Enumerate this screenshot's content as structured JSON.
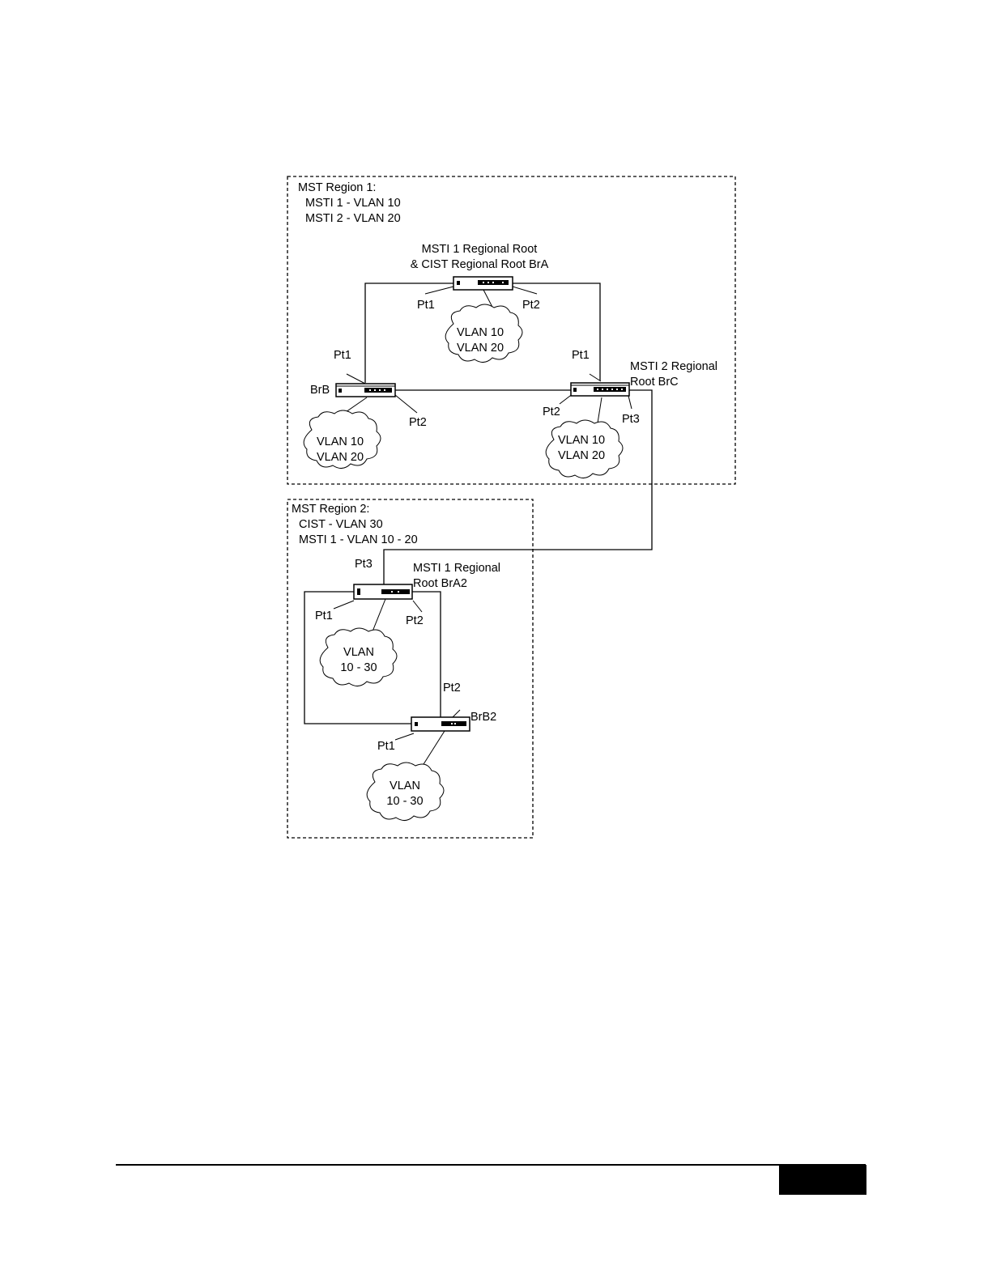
{
  "regions": [
    {
      "id": "region1",
      "title": "MST Region 1:",
      "lines": [
        "MSTI 1 - VLAN 10",
        "MSTI 2 - VLAN 20"
      ]
    },
    {
      "id": "region2",
      "title": "MST Region 2:",
      "lines": [
        "CIST - VLAN 30",
        "MSTI 1 - VLAN 10 - 20"
      ]
    }
  ],
  "bridges": {
    "bra": {
      "caption": [
        "MSTI 1 Regional Root",
        "& CIST Regional Root BrA"
      ],
      "ports": [
        "Pt1",
        "Pt2"
      ]
    },
    "brb": {
      "caption": [
        "BrB"
      ],
      "ports": [
        "Pt1",
        "Pt2"
      ]
    },
    "brc": {
      "caption": [
        "MSTI 2 Regional",
        "Root BrC"
      ],
      "ports": [
        "Pt1",
        "Pt2",
        "Pt3"
      ]
    },
    "bra2": {
      "caption": [
        "MSTI 1 Regional",
        "Root BrA2"
      ],
      "ports": [
        "Pt1",
        "Pt2",
        "Pt3"
      ]
    },
    "brb2": {
      "caption": [
        "BrB2"
      ],
      "ports": [
        "Pt1",
        "Pt2"
      ]
    }
  },
  "clouds": {
    "bra": [
      "VLAN 10",
      "VLAN 20"
    ],
    "brb": [
      "VLAN 10",
      "VLAN 20"
    ],
    "brc": [
      "VLAN 10",
      "VLAN 20"
    ],
    "bra2": [
      "VLAN",
      "10 - 30"
    ],
    "brb2": [
      "VLAN",
      "10 - 30"
    ]
  },
  "links": [
    {
      "from": "bra.Pt1",
      "to": "brb.Pt1"
    },
    {
      "from": "bra.Pt2",
      "to": "brc.Pt1"
    },
    {
      "from": "brb.Pt2",
      "to": "brc.Pt2"
    },
    {
      "from": "brc.Pt3",
      "to": "bra2.Pt3"
    },
    {
      "from": "bra2.Pt1",
      "to": "brb2.Pt1"
    },
    {
      "from": "bra2.Pt2",
      "to": "brb2.Pt2"
    }
  ]
}
